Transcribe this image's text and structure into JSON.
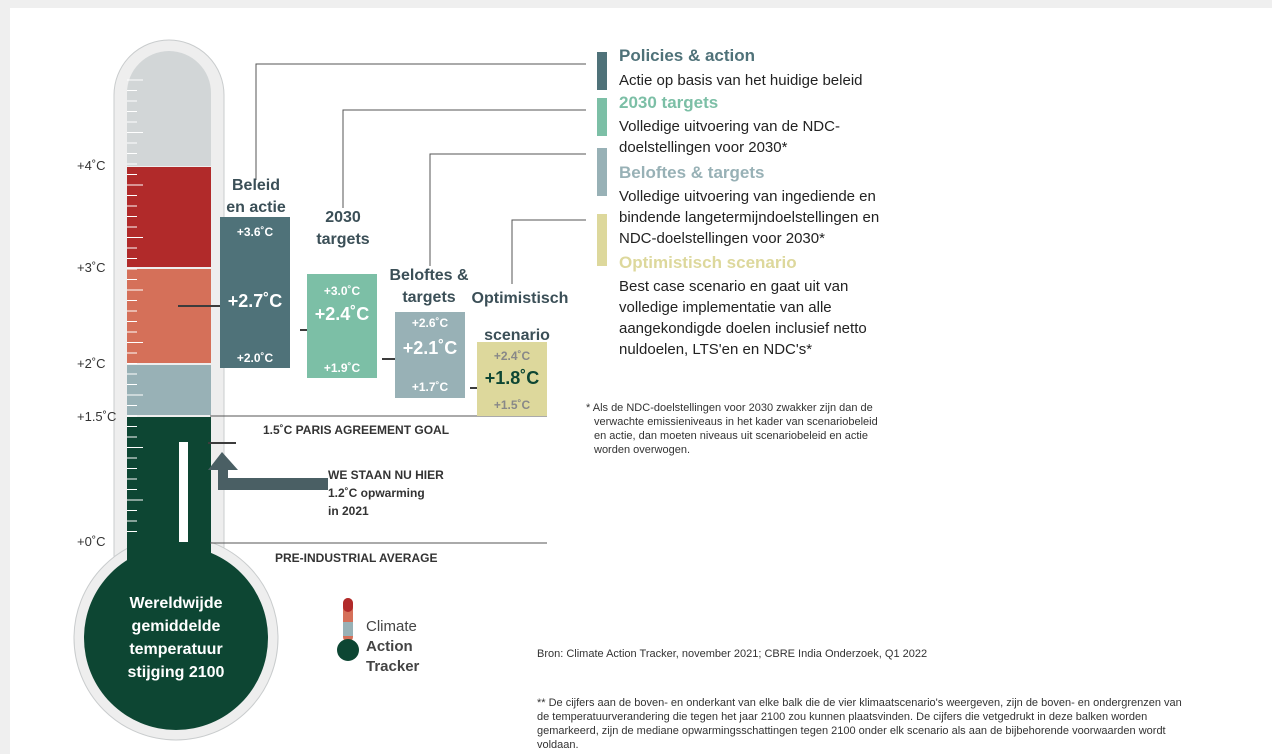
{
  "y_axis": [
    "+4˚C",
    "+3˚C",
    "+2˚C",
    "+1.5˚C",
    "+0˚C"
  ],
  "thermometer_label": [
    "Wereldwijde",
    "gemiddelde",
    "temperatuur",
    "stijging 2100"
  ],
  "colors": {
    "policies": "#4f7279",
    "targets_2030": "#7cbfa6",
    "pledges": "#98b1b6",
    "optimistic": "#ddd89c",
    "dark_green": "#0d4633",
    "red": "#b12a2a",
    "orange": "#d57059",
    "grey_top": "#d2d6d7"
  },
  "scenarios": [
    {
      "heading": [
        "Beleid",
        "en actie"
      ],
      "top": "+3.6˚C",
      "median": "+2.7˚C",
      "bottom": "+2.0˚C"
    },
    {
      "heading": [
        "2030",
        "targets"
      ],
      "top": "+3.0˚C",
      "median": "+2.4˚C",
      "bottom": "+1.9˚C"
    },
    {
      "heading": [
        "Beloftes &",
        "targets"
      ],
      "top": "+2.6˚C",
      "median": "+2.1˚C",
      "bottom": "+1.7˚C"
    },
    {
      "heading": [
        "Optimistisch",
        "scenario"
      ],
      "top": "+2.4˚C",
      "median": "+1.8˚C",
      "bottom": "+1.5˚C"
    }
  ],
  "paris_goal": "1.5˚C PARIS AGREEMENT GOAL",
  "now_label": [
    "WE STAAN NU HIER",
    "1.2˚C opwarming",
    "in 2021"
  ],
  "pre_industrial": "PRE-INDUSTRIAL AVERAGE",
  "legend": [
    {
      "title": "Policies & action",
      "desc": [
        "Actie op basis van het huidige beleid"
      ]
    },
    {
      "title": "2030 targets",
      "desc": [
        "Volledige uitvoering van de NDC-",
        "doelstellingen voor 2030*"
      ]
    },
    {
      "title": "Beloftes & targets",
      "desc": [
        "Volledige uitvoering van ingediende en",
        "bindende langetermijndoelstellingen en",
        "NDC-doelstellingen voor 2030*"
      ]
    },
    {
      "title": "Optimistisch scenario",
      "desc": [
        "Best case scenario en gaat uit van",
        "volledige implementatie van alle",
        "aangekondigde doelen inclusief netto",
        "nuldoelen, LTS'en en NDC's*"
      ]
    }
  ],
  "footnote_star": [
    "* Als de NDC-doelstellingen voor 2030 zwakker zijn dan de",
    "verwachte emissieniveaus in het kader van scenariobeleid",
    "en actie, dan moeten niveaus uit scenariobeleid en actie",
    "worden overwogen."
  ],
  "logo": {
    "line1": "Climate",
    "line2": "Action",
    "line3": "Tracker"
  },
  "source": "Bron: Climate Action Tracker, november 2021; CBRE India Onderzoek, Q1 2022",
  "footnote_double": [
    "** De cijfers aan de boven- en onderkant van elke balk die de vier klimaatscenario's weergeven, zijn de boven- en ondergrenzen van",
    "de temperatuurverandering die tegen het jaar 2100 zou kunnen plaatsvinden. De cijfers die vetgedrukt in deze balken worden",
    "gemarkeerd, zijn de mediane opwarmingsschattingen tegen 2100 onder elk scenario als aan de bijbehorende voorwaarden wordt",
    "voldaan."
  ]
}
